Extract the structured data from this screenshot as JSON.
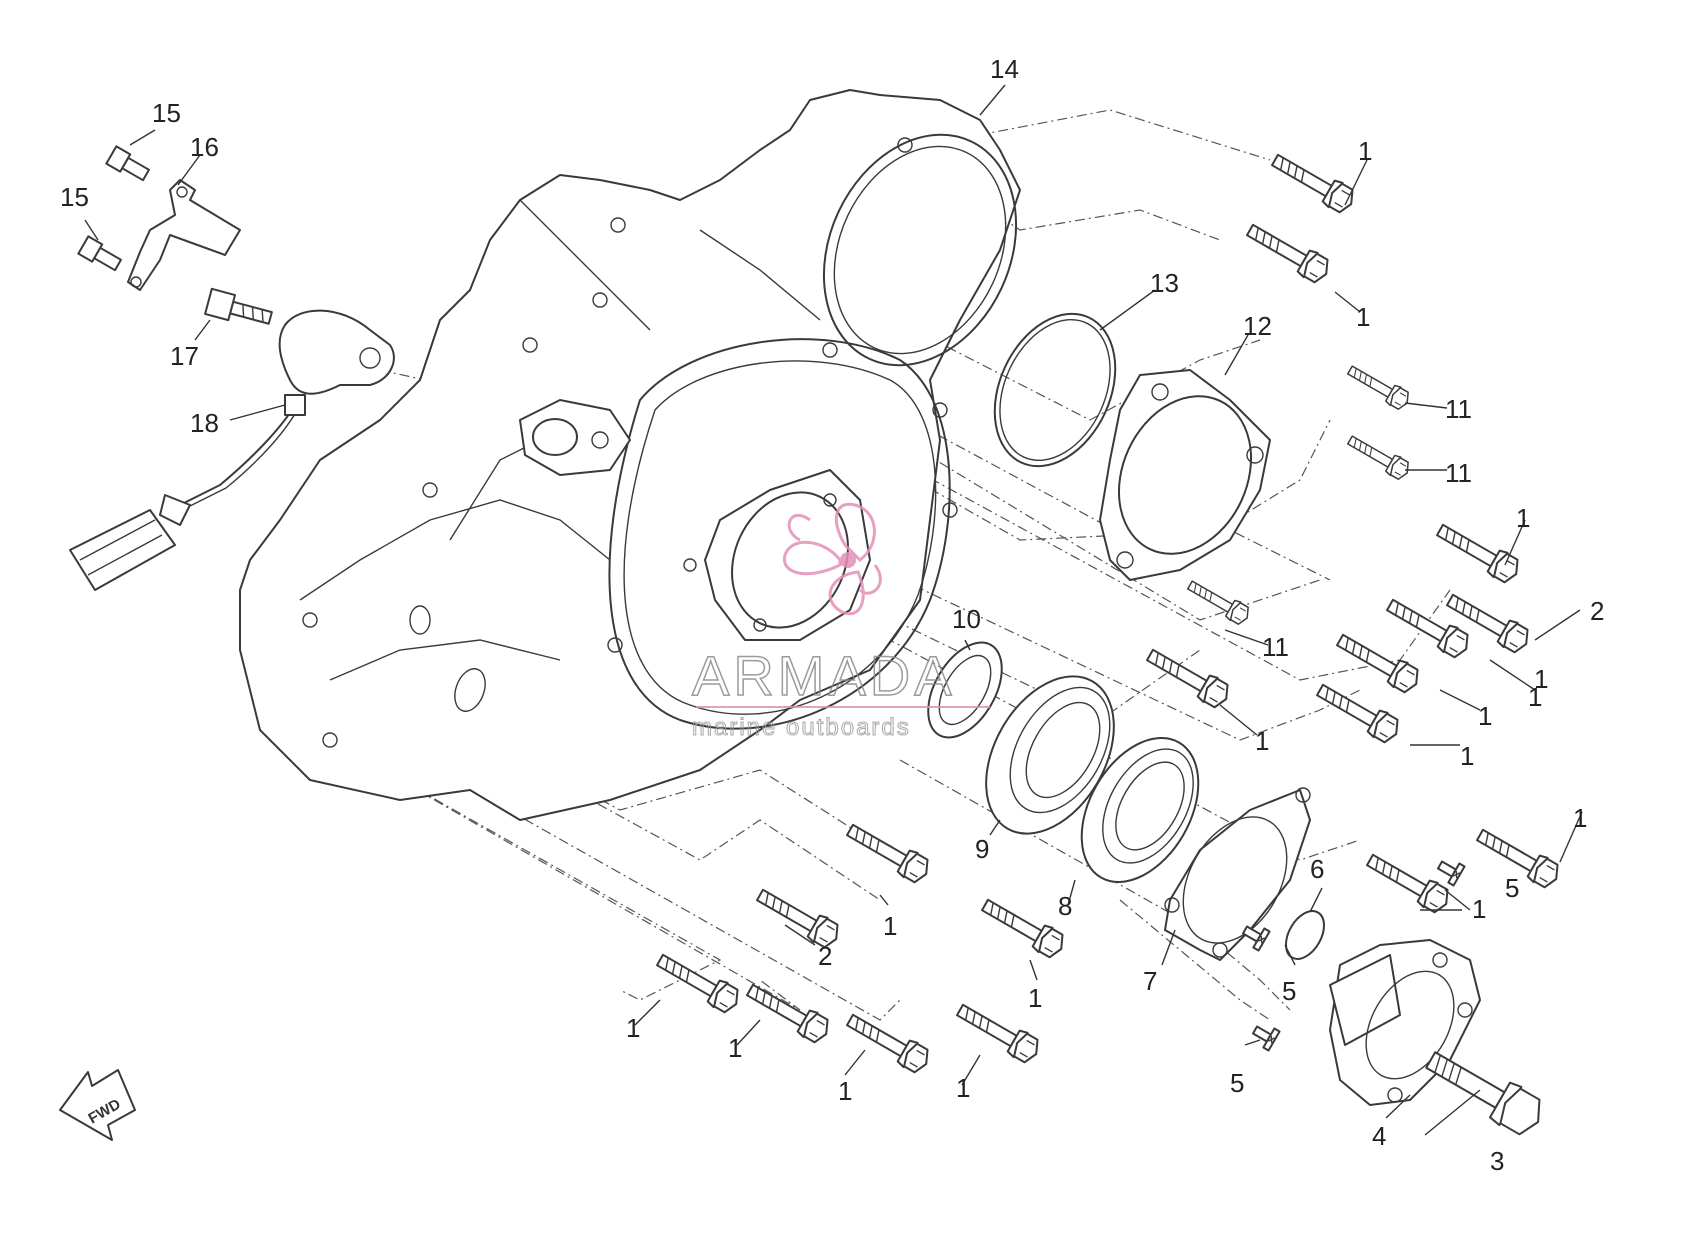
{
  "watermark": {
    "title": "ARMADA",
    "subtitle": "marine outboards",
    "accent_color": "#e38fb8"
  },
  "direction_label": "FWD",
  "callouts": [
    {
      "id": "c1a",
      "label": "1"
    },
    {
      "id": "c1b",
      "label": "1"
    },
    {
      "id": "c1c",
      "label": "1"
    },
    {
      "id": "c1d",
      "label": "1"
    },
    {
      "id": "c1e",
      "label": "1"
    },
    {
      "id": "c1f",
      "label": "1"
    },
    {
      "id": "c1g",
      "label": "1"
    },
    {
      "id": "c1h",
      "label": "1"
    },
    {
      "id": "c1i",
      "label": "1"
    },
    {
      "id": "c1j",
      "label": "1"
    },
    {
      "id": "c1k",
      "label": "1"
    },
    {
      "id": "c1l",
      "label": "1"
    },
    {
      "id": "c1m",
      "label": "1"
    },
    {
      "id": "c1n",
      "label": "1"
    },
    {
      "id": "c1o",
      "label": "1"
    },
    {
      "id": "c1p",
      "label": "1"
    },
    {
      "id": "c2a",
      "label": "2"
    },
    {
      "id": "c2b",
      "label": "2"
    },
    {
      "id": "c3",
      "label": "3"
    },
    {
      "id": "c4",
      "label": "4"
    },
    {
      "id": "c5a",
      "label": "5"
    },
    {
      "id": "c5b",
      "label": "5"
    },
    {
      "id": "c5c",
      "label": "5"
    },
    {
      "id": "c6",
      "label": "6"
    },
    {
      "id": "c7",
      "label": "7"
    },
    {
      "id": "c8",
      "label": "8"
    },
    {
      "id": "c9",
      "label": "9"
    },
    {
      "id": "c10",
      "label": "10"
    },
    {
      "id": "c11a",
      "label": "11"
    },
    {
      "id": "c11b",
      "label": "11"
    },
    {
      "id": "c11c",
      "label": "11"
    },
    {
      "id": "c12",
      "label": "12"
    },
    {
      "id": "c13",
      "label": "13"
    },
    {
      "id": "c14",
      "label": "14"
    },
    {
      "id": "c15a",
      "label": "15"
    },
    {
      "id": "c15b",
      "label": "15"
    },
    {
      "id": "c16",
      "label": "16"
    },
    {
      "id": "c17",
      "label": "17"
    },
    {
      "id": "c18",
      "label": "18"
    }
  ]
}
